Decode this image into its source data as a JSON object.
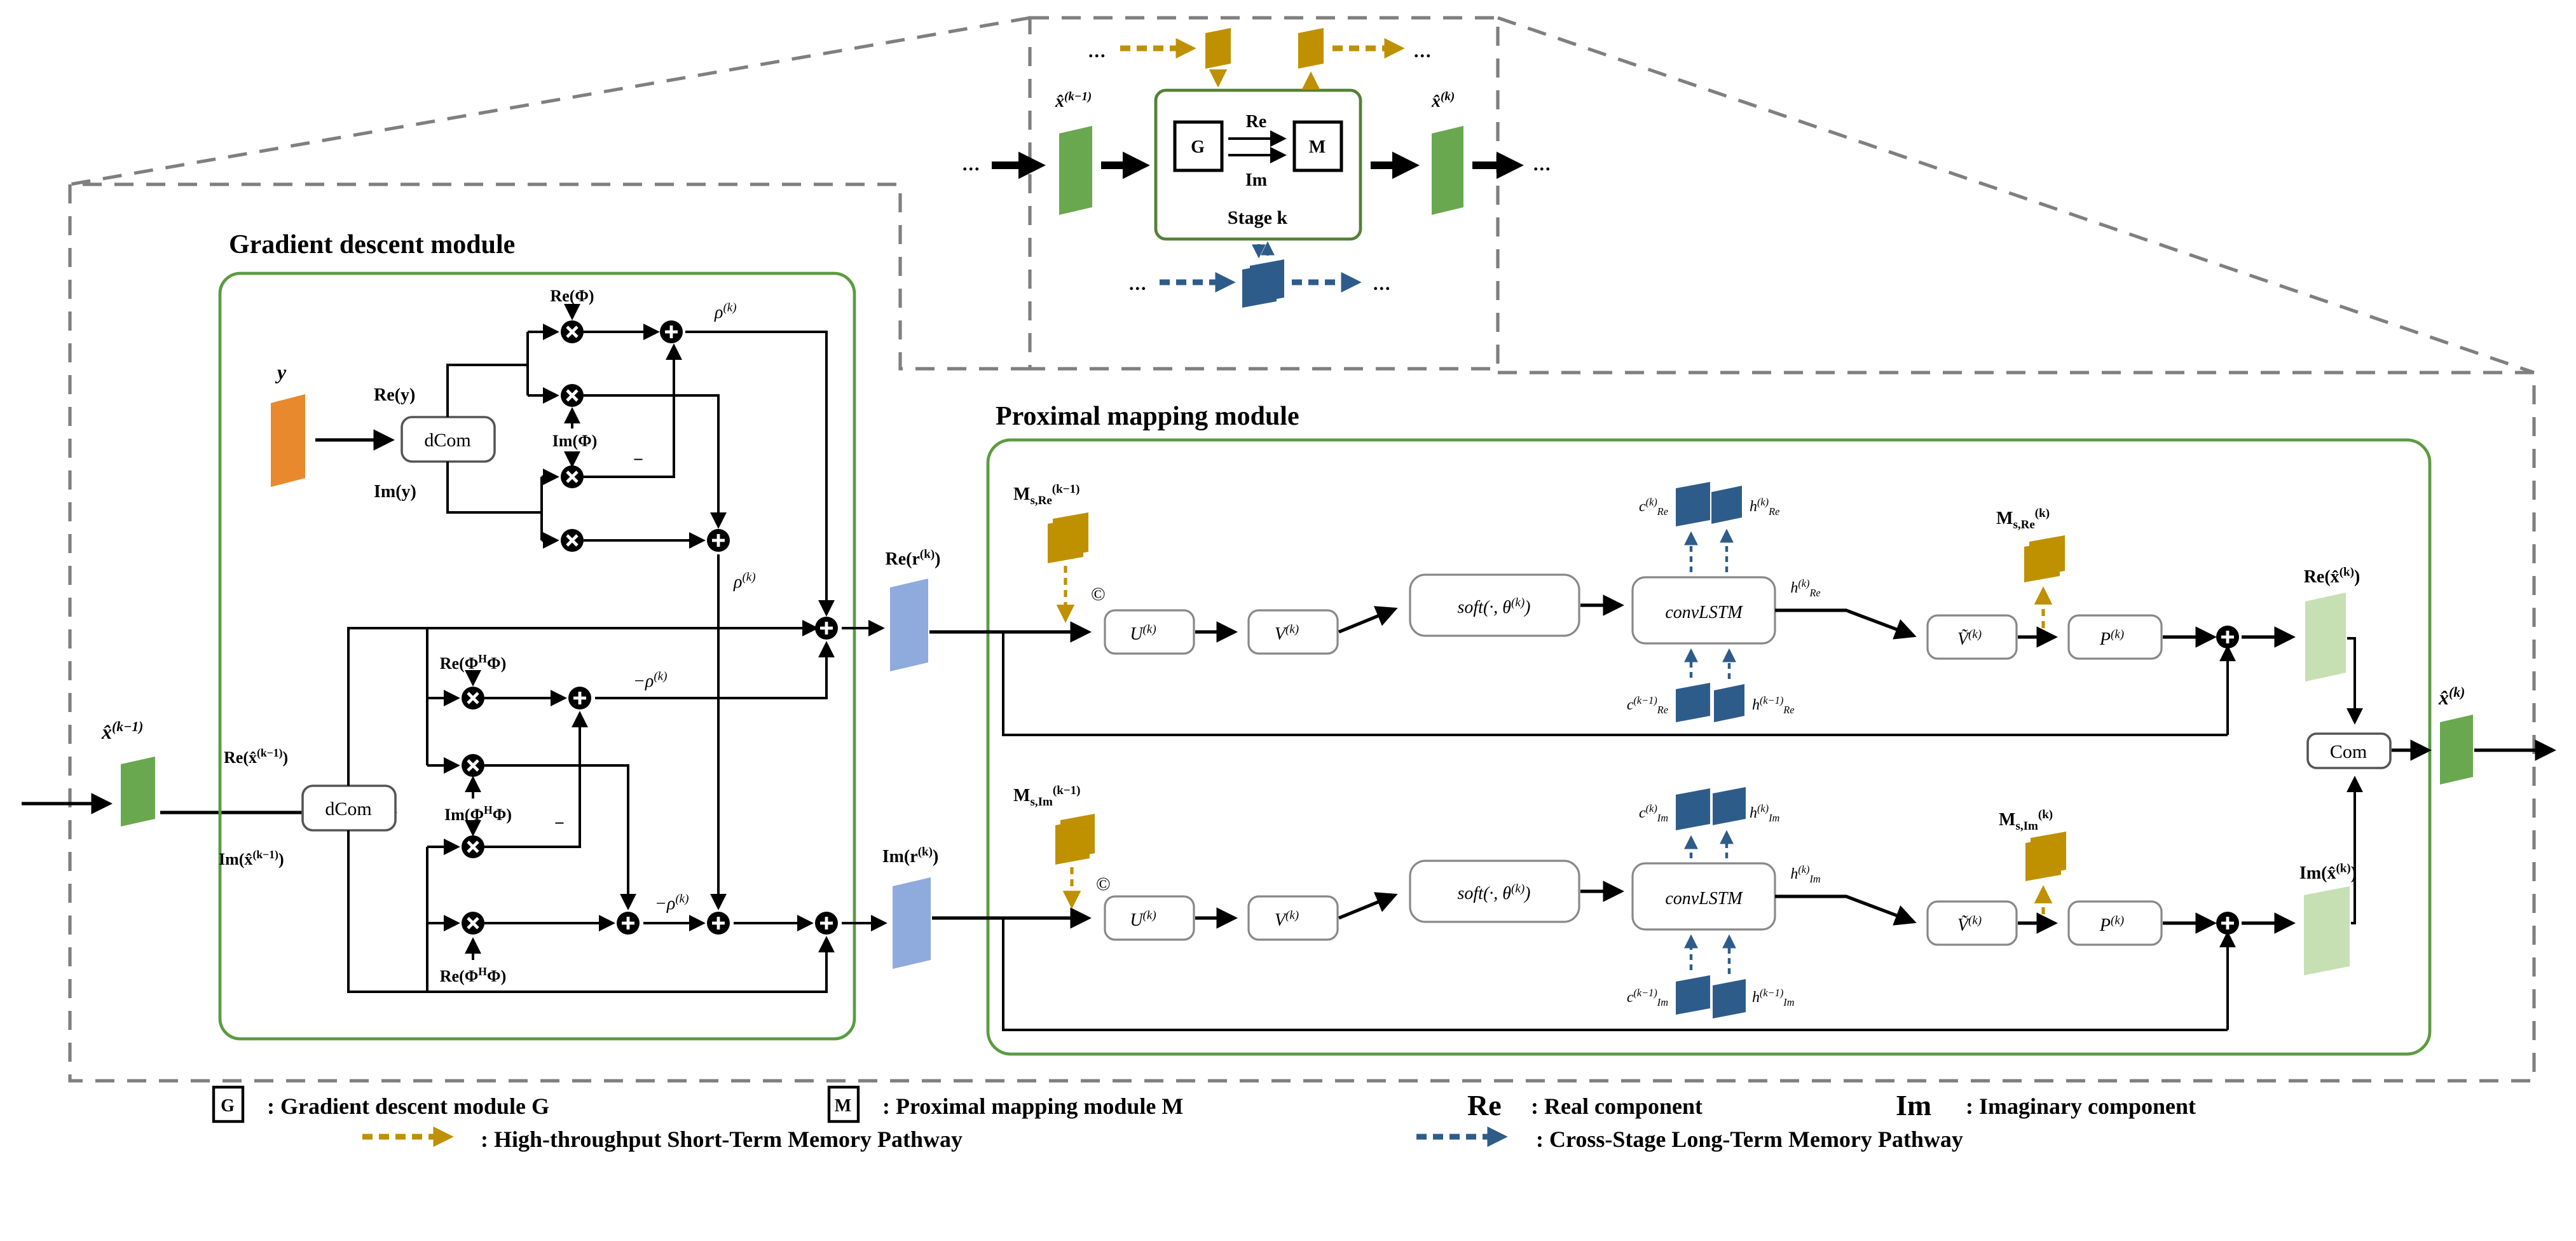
{
  "colors": {
    "module_border": "#5b9b41",
    "stage_border": "#538135",
    "dark_green": "#6aa84f",
    "light_green": "#c6e0b4",
    "orange": "#e8892d",
    "gold": "#bf9000",
    "dark_blue": "#2e5c8a",
    "light_blue": "#8faadc",
    "dash_gray": "#7f7f7f"
  },
  "overview": {
    "dots": "...",
    "xhat_prev": [
      [
        "x̂",
        ""
      ],
      [
        "(k−1)",
        "sup"
      ]
    ],
    "xhat_k": [
      [
        "x̂",
        ""
      ],
      [
        "(k)",
        "sup"
      ]
    ],
    "g": "G",
    "m": "M",
    "re": "Re",
    "im": "Im",
    "stage": "Stage k"
  },
  "gd": {
    "title": "Gradient descent module",
    "y": "y",
    "dcom": "dCom",
    "re_y": "Re(y)",
    "im_y": "Im(y)",
    "re_phi": "Re(Φ)",
    "im_phi": "Im(Φ)",
    "rho": [
      [
        "ρ",
        ""
      ],
      [
        "(k)",
        "sup"
      ]
    ],
    "neg_rho": [
      [
        "−ρ",
        ""
      ],
      [
        "(k)",
        "sup"
      ]
    ],
    "minus": "−",
    "re_xhat_prev": [
      [
        "Re(x̂",
        ""
      ],
      [
        "(k−1)",
        "sup"
      ],
      [
        ")",
        ""
      ]
    ],
    "im_xhat_prev": [
      [
        "Im(x̂",
        ""
      ],
      [
        "(k−1)",
        "sup"
      ],
      [
        ")",
        ""
      ]
    ],
    "re_phih_phi": [
      [
        "Re(Φ",
        ""
      ],
      [
        "H",
        "sup"
      ],
      [
        "Φ)",
        ""
      ]
    ],
    "im_phih_phi": [
      [
        "Im(Φ",
        ""
      ],
      [
        "H",
        "sup"
      ],
      [
        "Φ)",
        ""
      ]
    ],
    "re_r": [
      [
        "Re(r",
        ""
      ],
      [
        "(k)",
        "sup"
      ],
      [
        ")",
        ""
      ]
    ],
    "im_r": [
      [
        "Im(r",
        ""
      ],
      [
        "(k)",
        "sup"
      ],
      [
        ")",
        ""
      ]
    ]
  },
  "prox": {
    "title": "Proximal mapping module",
    "m_s_re_prev": [
      [
        "M",
        ""
      ],
      [
        "s,Re",
        "sub"
      ],
      [
        "(k−1)",
        "sup"
      ]
    ],
    "m_s_im_prev": [
      [
        "M",
        ""
      ],
      [
        "s,Im",
        "sub"
      ],
      [
        "(k−1)",
        "sup"
      ]
    ],
    "m_s_re_k": [
      [
        "M",
        ""
      ],
      [
        "s,Re",
        "sub"
      ],
      [
        "(k)",
        "sup"
      ]
    ],
    "m_s_im_k": [
      [
        "M",
        ""
      ],
      [
        "s,Im",
        "sub"
      ],
      [
        "(k)",
        "sup"
      ]
    ],
    "concat": "©",
    "u": [
      [
        "U",
        ""
      ],
      [
        "(k)",
        "sup"
      ]
    ],
    "v": [
      [
        "V",
        ""
      ],
      [
        "(k)",
        "sup"
      ]
    ],
    "soft": [
      [
        "soft(·, θ",
        ""
      ],
      [
        "(k)",
        "sup"
      ],
      [
        ")",
        ""
      ]
    ],
    "convlstm": "convLSTM",
    "c_re_k": [
      [
        "c",
        ""
      ],
      [
        "(k)",
        "sup"
      ],
      [
        "Re",
        "sub"
      ]
    ],
    "c_re_prev": [
      [
        "c",
        ""
      ],
      [
        "(k−1)",
        "sup"
      ],
      [
        "Re",
        "sub"
      ]
    ],
    "c_im_k": [
      [
        "c",
        ""
      ],
      [
        "(k)",
        "sup"
      ],
      [
        "Im",
        "sub"
      ]
    ],
    "c_im_prev": [
      [
        "c",
        ""
      ],
      [
        "(k−1)",
        "sup"
      ],
      [
        "Im",
        "sub"
      ]
    ],
    "h_re_k": [
      [
        "h",
        ""
      ],
      [
        "(k)",
        "sup"
      ],
      [
        "Re",
        "sub"
      ]
    ],
    "h_re_prev": [
      [
        "h",
        ""
      ],
      [
        "(k−1)",
        "sup"
      ],
      [
        "Re",
        "sub"
      ]
    ],
    "h_im_k": [
      [
        "h",
        ""
      ],
      [
        "(k)",
        "sup"
      ],
      [
        "Im",
        "sub"
      ]
    ],
    "h_im_prev": [
      [
        "h",
        ""
      ],
      [
        "(k−1)",
        "sup"
      ],
      [
        "Im",
        "sub"
      ]
    ],
    "vtilde": [
      [
        "Ṽ",
        ""
      ],
      [
        "(k)",
        "sup"
      ]
    ],
    "p": [
      [
        "P",
        ""
      ],
      [
        "(k)",
        "sup"
      ]
    ],
    "re_xhat_k": [
      [
        "Re(x̂",
        ""
      ],
      [
        "(k)",
        "sup"
      ],
      [
        ")",
        ""
      ]
    ],
    "im_xhat_k": [
      [
        "Im(x̂",
        ""
      ],
      [
        "(k)",
        "sup"
      ],
      [
        ")",
        ""
      ]
    ],
    "com": "Com"
  },
  "legend": {
    "g": "G",
    "g_desc": ":  Gradient descent module G",
    "m": "M",
    "m_desc": ":  Proximal mapping module M",
    "re": "Re",
    "re_desc": ":  Real component",
    "im": "Im",
    "im_desc": ":  Imaginary component",
    "gold_desc": ":  High-throughput Short-Term Memory Pathway",
    "blue_desc": ":  Cross-Stage Long-Term Memory Pathway"
  }
}
